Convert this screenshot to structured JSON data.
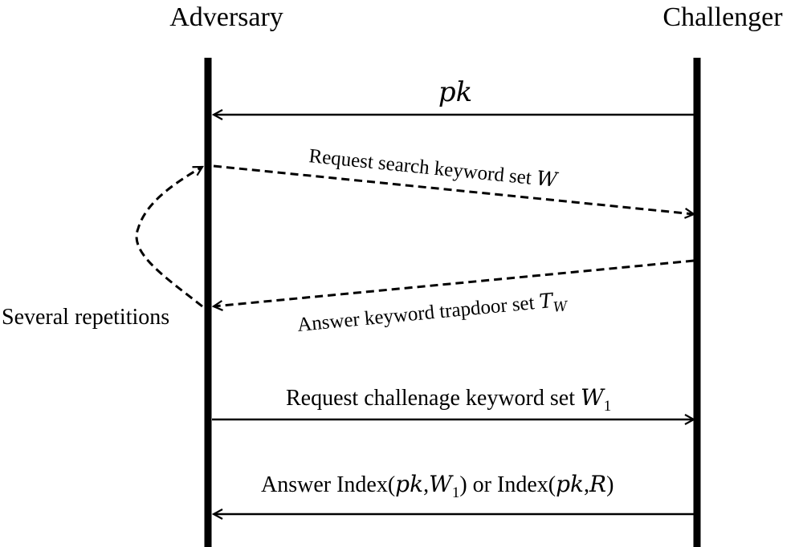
{
  "parties": {
    "left": "Adversary",
    "right": "Challenger"
  },
  "messages": {
    "pk": "pk",
    "request_search": {
      "text": "Request search keyword set ",
      "var": "W"
    },
    "answer_trapdoor": {
      "text": "Answer keyword trapdoor set ",
      "var": "T",
      "sub": "W"
    },
    "request_challenge": {
      "text": "Request challenage keyword set ",
      "var": "W",
      "sub": "1"
    },
    "answer_index": {
      "p1": "Answer Index(",
      "pk1": "pk",
      "c1": ",",
      "w": "W",
      "w_sub": "1",
      "p2": ") or Index(",
      "pk2": "pk",
      "c2": ",",
      "r": "R",
      "p3": ")"
    }
  },
  "loop_label": "Several repetitions",
  "colors": {
    "line": "#000000",
    "background": "#ffffff"
  }
}
